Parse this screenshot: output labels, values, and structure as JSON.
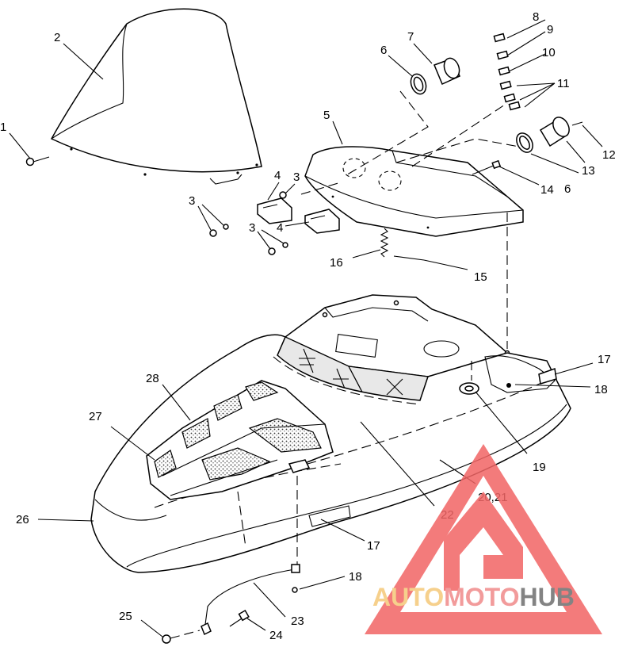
{
  "callouts": {
    "c1": "1",
    "c2": "2",
    "c3a": "3",
    "c3b": "3",
    "c3c": "3",
    "c4a": "4",
    "c4b": "4",
    "c5": "5",
    "c6a": "6",
    "c6b": "6",
    "c7": "7",
    "c8": "8",
    "c9": "9",
    "c10": "10",
    "c11": "11",
    "c12": "12",
    "c13": "13",
    "c14": "14",
    "c15": "15",
    "c16": "16",
    "c17a": "17",
    "c17b": "17",
    "c18a": "18",
    "c18b": "18",
    "c19": "19",
    "c20": "20,21",
    "c22": "22",
    "c23": "23",
    "c24": "24",
    "c25": "25",
    "c26": "26",
    "c27": "27",
    "c28": "28"
  },
  "watermark": {
    "part1": "AUTO",
    "part2": "MOTO",
    "part3": "HUB",
    "colors": {
      "auto": "#f5c878",
      "moto": "#f08a8a",
      "hub": "#6e6e6e",
      "triangle": "#f26565"
    }
  }
}
